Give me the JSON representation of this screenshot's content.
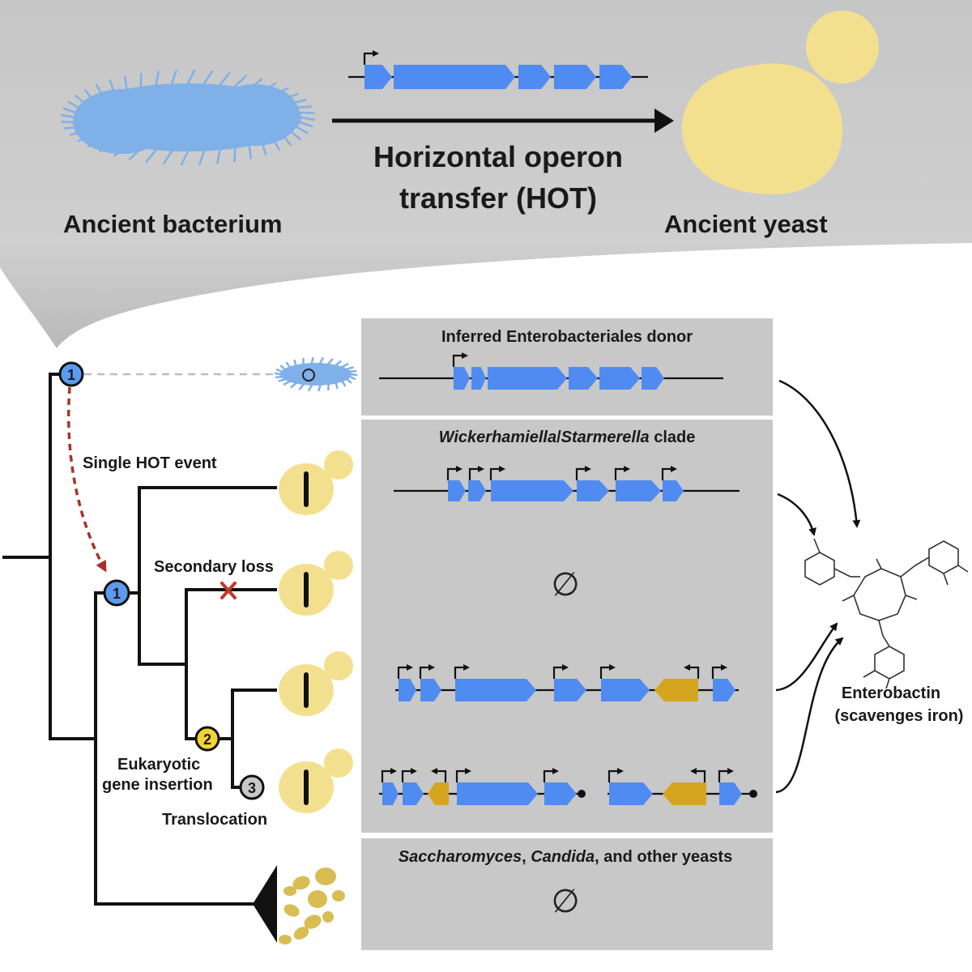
{
  "header": {
    "donor_label": "Ancient bacterium",
    "recipient_label": "Ancient yeast",
    "transfer_line1": "Horizontal operon",
    "transfer_line2": "transfer (HOT)"
  },
  "tree": {
    "event_label": "Single HOT event",
    "secondary_loss_label": "Secondary loss",
    "insertion_line1": "Eukaryotic",
    "insertion_line2": "gene insertion",
    "translocation_label": "Translocation",
    "node_1": "1",
    "node_2": "2",
    "node_3": "3"
  },
  "panels": {
    "donor_title": "Inferred Enterobacteriales donor",
    "clade_title_genus1": "Wickerhamiella",
    "clade_title_sep": "/",
    "clade_title_genus2": "Starmerella",
    "clade_title_suffix": " clade",
    "other_title_genus1": "Saccharomyces",
    "other_title_sep": ", ",
    "other_title_genus2": "Candida",
    "other_title_suffix": ", and other yeasts",
    "empty_symbol": "∅"
  },
  "product": {
    "name_line1": "Enterobactin",
    "name_line2": "(scavenges iron)"
  },
  "colors": {
    "bacterial_gene": "#4f8bf0",
    "eukaryotic_gene": "#d6a51f",
    "bacterium_body": "#7fb0e8",
    "yeast_body": "#f3e08f",
    "other_yeasts": "#d8bd55",
    "panel_bg": "#c8c8c8",
    "banner_bg": "#c9c9c9",
    "loss_marker": "#c0392b",
    "transfer_arrow": "#a8322a",
    "node_1": "#5b9bf0",
    "node_2": "#f2d13b",
    "node_3": "#c8c8c8"
  }
}
